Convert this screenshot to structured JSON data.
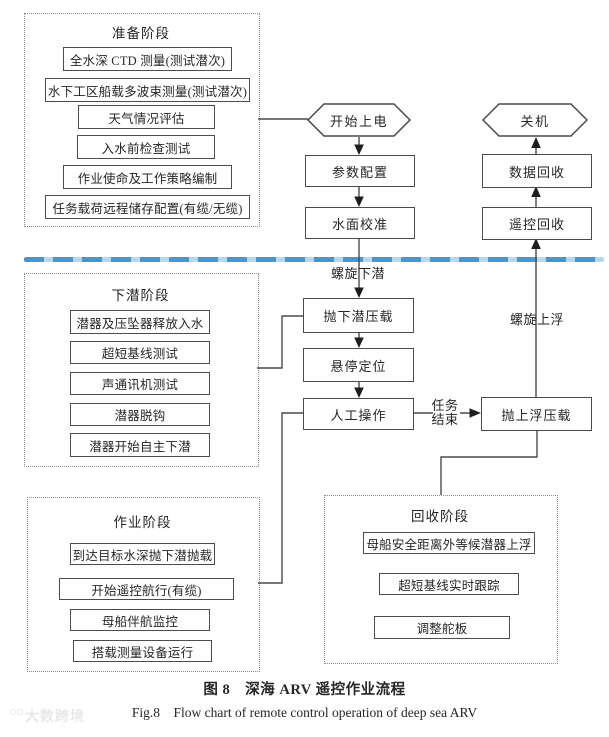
{
  "figure": {
    "caption_zh": "图 8　深海 ARV 遥控作业流程",
    "caption_en": "Fig.8　Flow chart of remote control operation of deep sea ARV"
  },
  "watermark": {
    "label": "大数跨境"
  },
  "colors": {
    "line": "#4a4a4a",
    "water_dash_dark": "#4e95c6",
    "water_dash_light": "#b9d7ea",
    "text": "#262626"
  },
  "flow": {
    "start": "开始上电",
    "param_config": "参数配置",
    "surface_calibration": "水面校准",
    "spiral_descent_label": "螺旋下潜",
    "drop_descent_ballast": "抛下潜压载",
    "hover_positioning": "悬停定位",
    "manual_operation": "人工操作",
    "task_end_line1": "任务",
    "task_end_line2": "结束",
    "drop_ascent_ballast": "抛上浮压载",
    "spiral_ascent_label": "螺旋上浮",
    "remote_recovery": "遥控回收",
    "data_recovery": "数据回收",
    "shutdown": "关机"
  },
  "phases": {
    "preparation": {
      "title": "准备阶段",
      "items": [
        "全水深 CTD 测量(测试潜次)",
        "水下工区船载多波束测量(测试潜次)",
        "天气情况评估",
        "入水前检查测试",
        "作业使命及工作策略编制",
        "任务载荷远程储存配置(有缆/无缆)"
      ]
    },
    "descent": {
      "title": "下潜阶段",
      "items": [
        "潜器及压坠器释放入水",
        "超短基线测试",
        "声通讯机测试",
        "潜器脱钩",
        "潜器开始自主下潜"
      ]
    },
    "operation": {
      "title": "作业阶段",
      "items": [
        "到达目标水深抛下潜抛载",
        "开始遥控航行(有缆)",
        "母船伴航监控",
        "搭载测量设备运行"
      ]
    },
    "recovery": {
      "title": "回收阶段",
      "items": [
        "母船安全距离外等候潜器上浮",
        "超短基线实时跟踪",
        "调整舵板"
      ]
    }
  }
}
